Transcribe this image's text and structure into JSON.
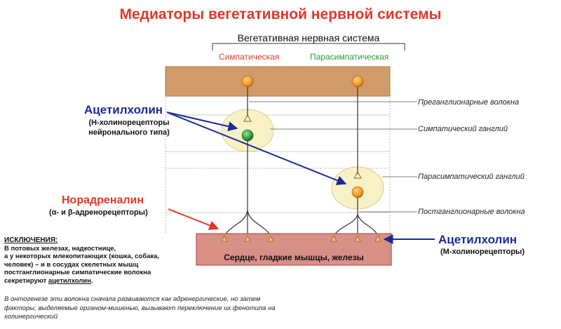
{
  "title": "Медиаторы вегетативной нервной системы",
  "system": {
    "title": "Вегетативная нервная система",
    "sympathetic": "Симпатическая",
    "parasympathetic": "Парасимпатическая"
  },
  "left_labels": {
    "acetylcholine": "Ацетилхолин",
    "acetylcholine_receptors_line1": "(Н-холинорецепторы",
    "acetylcholine_receptors_line2": "нейронального типа)",
    "noradrenaline": "Норадреналин",
    "noradrenaline_receptors": "(α- и β-адренорецепторы)"
  },
  "right_labels": {
    "preganglionic": "Преганглионарные волокна",
    "sympathetic_ganglion": "Симпатический ганглий",
    "parasympathetic_ganglion": "Парасимпатический ганглий",
    "postganglionic": "Постганглионарные волокна",
    "acetylcholine": "Ацетилхолин",
    "m_receptors": "(М-холинорецепторы)"
  },
  "organ": "Сердце, гладкие мышцы, железы",
  "exceptions": {
    "title": "ИСКЛЮЧЕНИЯ:",
    "line1": "В потовых железах, надкостнице,",
    "line2": "а у некоторых млекопитающих (кошка, собака,",
    "line3": "человек) – и в сосудах скелетных мышц",
    "line4": "постганглионарные симпатические волокна",
    "line5_prefix": "секретируют",
    "line5_word": "ацетилхолин",
    "line5_suffix": "."
  },
  "ontogeny": {
    "line1": "В онтогенезе эти волокна сначала развиваются как адренергические, но затем",
    "line2": "факторы, выделяемые органом-мишенью, вызывают переключение их фенотипа на",
    "line3": "холинергический"
  },
  "colors": {
    "title": "#e0382a",
    "sympathetic": "#e0382a",
    "parasympathetic": "#2a9a3a",
    "acetylcholine_arrow": "#1a2a9a",
    "noradrenaline_arrow": "#e0382a",
    "cns_bar": "#d09a6a",
    "organ_bar": "#d88f86",
    "ganglion_fill": "#f8f1c6"
  }
}
